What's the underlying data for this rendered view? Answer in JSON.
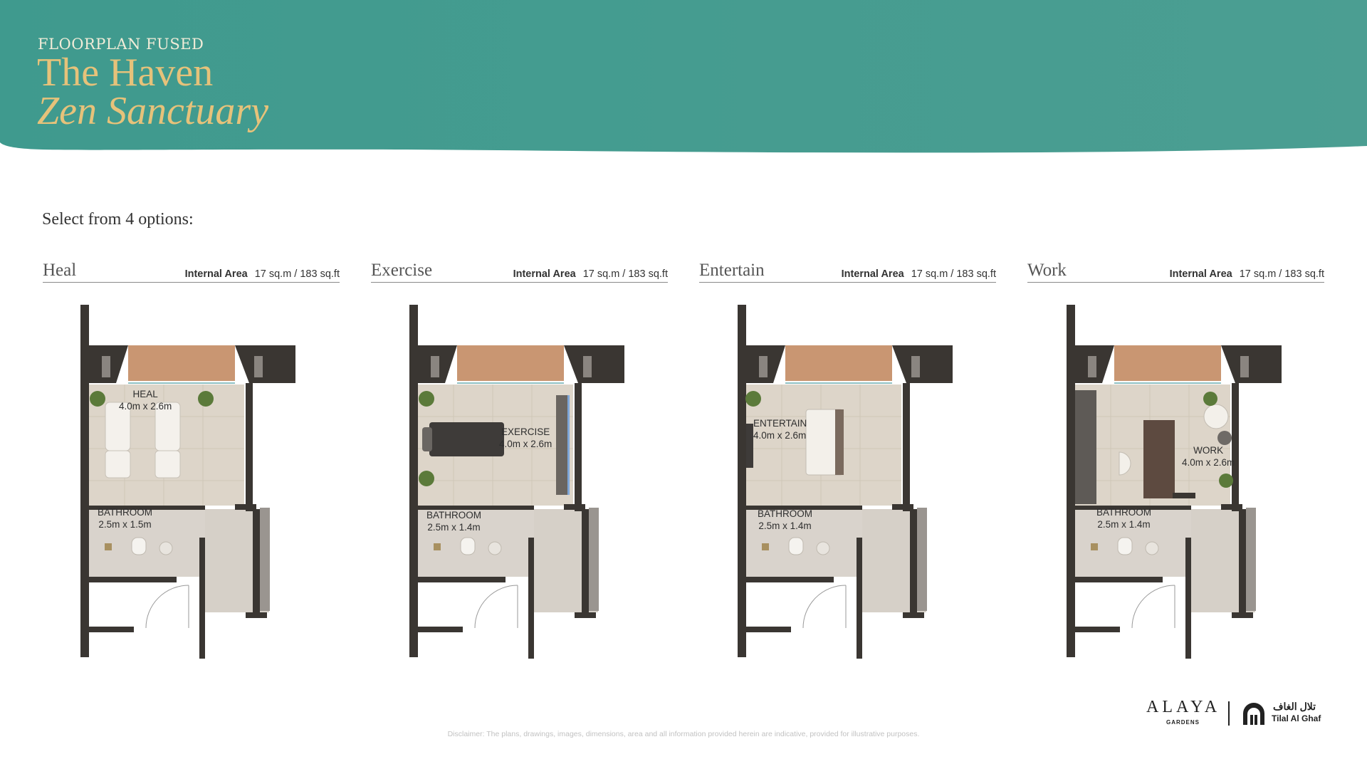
{
  "header": {
    "eyebrow": "FLOORPLAN FUSED",
    "title_line1": "The Haven",
    "title_line2": "Zen Sanctuary",
    "band_color": "#3f9a8e",
    "title_color": "#e6c27a"
  },
  "prompt": "Select from 4 options:",
  "options": [
    {
      "name": "Heal",
      "area_label": "Internal Area",
      "area_value": "17 sq.m / 183 sq.ft",
      "room_name": "HEAL",
      "room_dims": "4.0m x 2.6m",
      "bath_name": "BATHROOM",
      "bath_dims": "2.5m x 1.5m"
    },
    {
      "name": "Exercise",
      "area_label": "Internal Area",
      "area_value": "17 sq.m / 183 sq.ft",
      "room_name": "EXERCISE",
      "room_dims": "4.0m x 2.6m",
      "bath_name": "BATHROOM",
      "bath_dims": "2.5m x 1.4m"
    },
    {
      "name": "Entertain",
      "area_label": "Internal Area",
      "area_value": "17 sq.m / 183 sq.ft",
      "room_name": "ENTERTAIN",
      "room_dims": "4.0m x 2.6m",
      "bath_name": "BATHROOM",
      "bath_dims": "2.5m x 1.4m"
    },
    {
      "name": "Work",
      "area_label": "Internal Area",
      "area_value": "17 sq.m / 183 sq.ft",
      "room_name": "WORK",
      "room_dims": "4.0m x 2.6m",
      "bath_name": "BATHROOM",
      "bath_dims": "2.5m x 1.4m"
    }
  ],
  "logos": {
    "alaya": "ALAYA",
    "gardens": "GARDENS",
    "tilal_arabic": "تلال الغاف",
    "tilal_english": "Tilal Al Ghaf"
  },
  "disclaimer": "Disclaimer: The plans, drawings, images, dimensions, area and all information provided herein are indicative, provided for illustrative purposes."
}
